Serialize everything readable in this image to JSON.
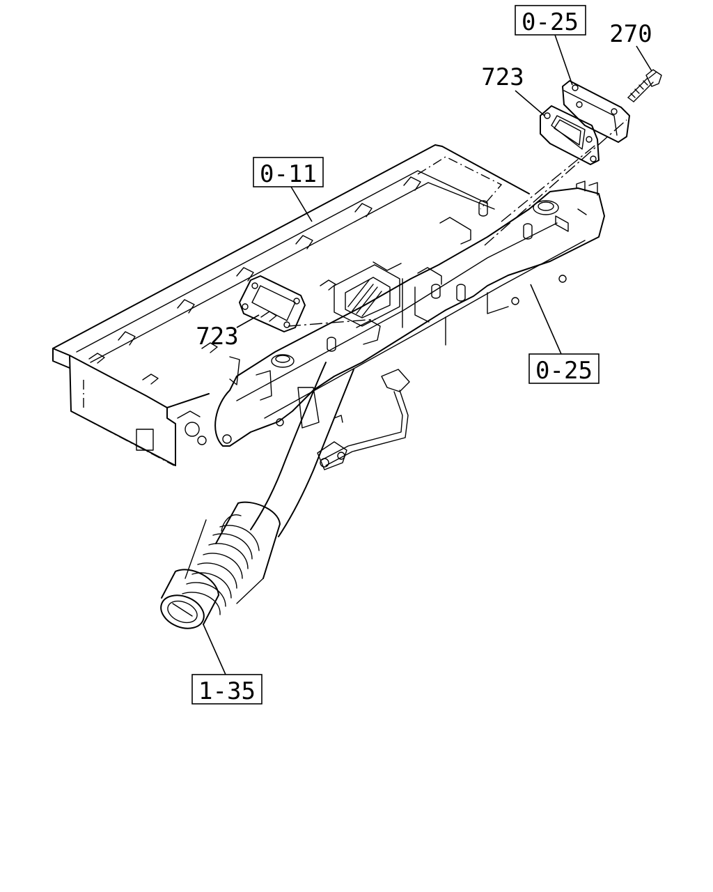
{
  "callouts": {
    "ref_0_25_top": "0-25",
    "part_270": "270",
    "part_723_top": "723",
    "ref_0_11": "0-11",
    "part_723_left": "723",
    "ref_0_25_right": "0-25",
    "ref_1_35": "1-35"
  }
}
